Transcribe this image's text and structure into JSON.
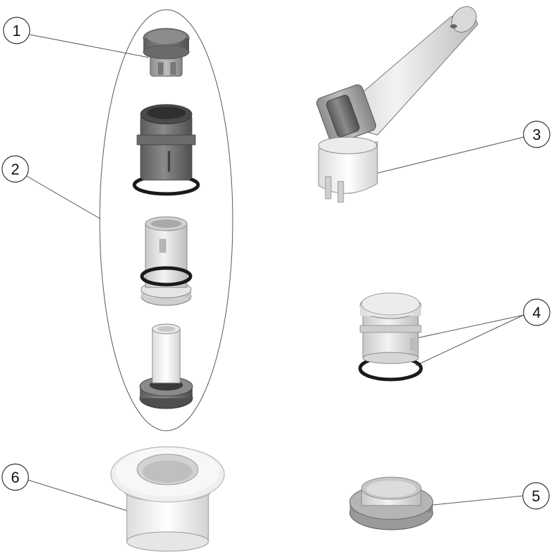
{
  "callouts": [
    {
      "id": "1",
      "label": "1"
    },
    {
      "id": "2",
      "label": "2"
    },
    {
      "id": "3",
      "label": "3"
    },
    {
      "id": "4",
      "label": "4"
    },
    {
      "id": "5",
      "label": "5"
    },
    {
      "id": "6",
      "label": "6"
    }
  ],
  "colors": {
    "line": "#555555",
    "part_dark": "#6f6f6f",
    "part_mid": "#9c9c9c",
    "part_light": "#dcdcdc",
    "part_white": "#f2f2f2",
    "oring": "#1a1a1a"
  }
}
